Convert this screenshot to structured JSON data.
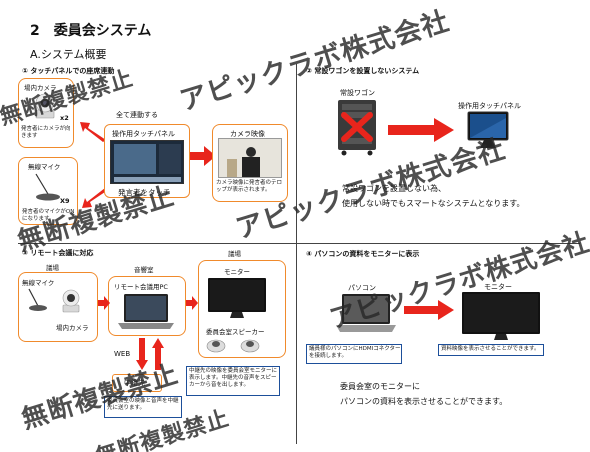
{
  "header": {
    "title": "2　委員会システム",
    "subtitle": "A.システム概要"
  },
  "sections": {
    "s1": {
      "title": "① タッチパネルでの座席連動",
      "camera_label": "場内カメラ",
      "camera_count": "x2",
      "camera_caption": "発言者にカメラが向きます",
      "mic_label": "無線マイク",
      "mic_count": "X9",
      "mic_caption": "発言者のマイクがONになります",
      "link_label": "全て連動する",
      "panel_label": "操作用タッチパネル",
      "panel_caption": "発言者をタッチ",
      "video_label": "カメラ映像",
      "video_caption": "カメラ映像に発言者のテロップが表示されます。"
    },
    "s2": {
      "title": "② 常設ワゴンを設置しないシステム",
      "wagon_label": "常設ワゴン",
      "tablet_label": "操作用タッチパネル",
      "desc1": "常設ワゴンを設置しない為、",
      "desc2": "使用しない時でもスマートなシステムとなります。"
    },
    "s3": {
      "title": "③ リモート会議に対応",
      "hall_left": "議場",
      "mic_label": "無線マイク",
      "camera_label": "場内カメラ",
      "room_label": "音響室",
      "pc_label": "リモート会議用PC",
      "hall_right": "議場",
      "monitor_label": "モニター",
      "speaker_label": "委員会室スピーカー",
      "web_label": "WEB",
      "relay_label": "中継先",
      "relay_caption": "委員会室の映像と音声を中継先に送ります。",
      "monitor_caption": "中継先の映像を委員会室モニターに表示します。中継先の音声をスピーカーから音を出します。"
    },
    "s4": {
      "title": "④ パソコンの資料をモニターに表示",
      "pc_label": "パソコン",
      "pc_caption": "議員様のパソコンにHDMIコネクターを接続します。",
      "monitor_label": "モニター",
      "monitor_caption": "資料映像を表示させることができます。",
      "desc1": "委員会室のモニターに",
      "desc2": "パソコンの資料を表示させることができます。"
    }
  },
  "watermark": {
    "company": "アピックラボ株式会社",
    "copy": "無断複製禁止"
  },
  "colors": {
    "accent_orange": "#f08a2c",
    "arrow_red": "#e8251c"
  }
}
